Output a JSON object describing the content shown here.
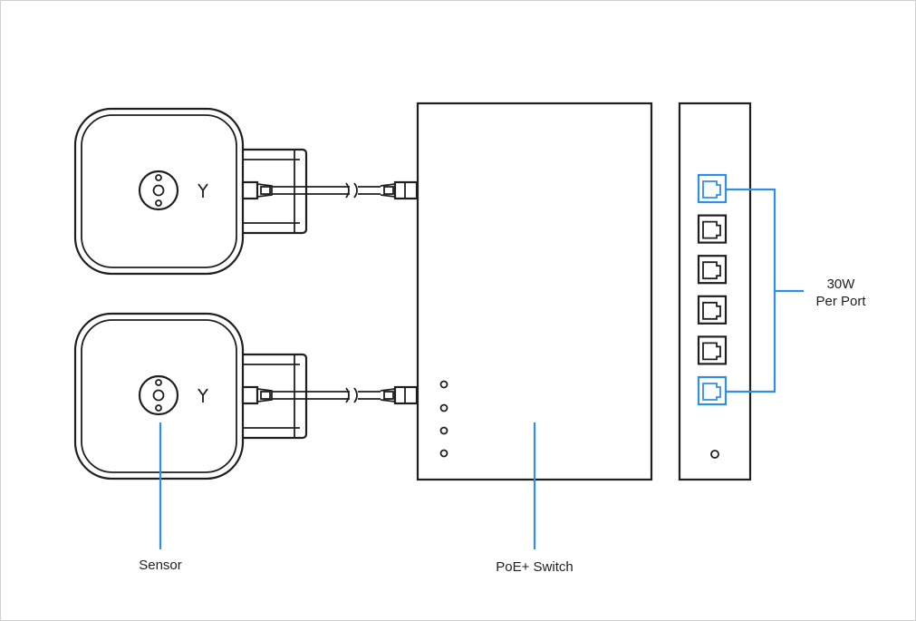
{
  "labels": {
    "sensor": "Sensor",
    "switch": "PoE+ Switch",
    "power_line1": "30W",
    "power_line2": "Per Port"
  },
  "colors": {
    "outline": "#1f1f1f",
    "accent": "#2f8fe8",
    "background": "#ffffff"
  },
  "diagram": {
    "sensors": [
      {
        "id": "sensor-top",
        "connected_to": "front-led-port"
      },
      {
        "id": "sensor-bottom",
        "connected_to": "front-led-port"
      }
    ],
    "switch_rear_ports": [
      {
        "index": 1,
        "highlighted": true
      },
      {
        "index": 2,
        "highlighted": false
      },
      {
        "index": 3,
        "highlighted": false
      },
      {
        "index": 4,
        "highlighted": false
      },
      {
        "index": 5,
        "highlighted": false
      },
      {
        "index": 6,
        "highlighted": true
      }
    ],
    "switch_front_leds": 4
  }
}
